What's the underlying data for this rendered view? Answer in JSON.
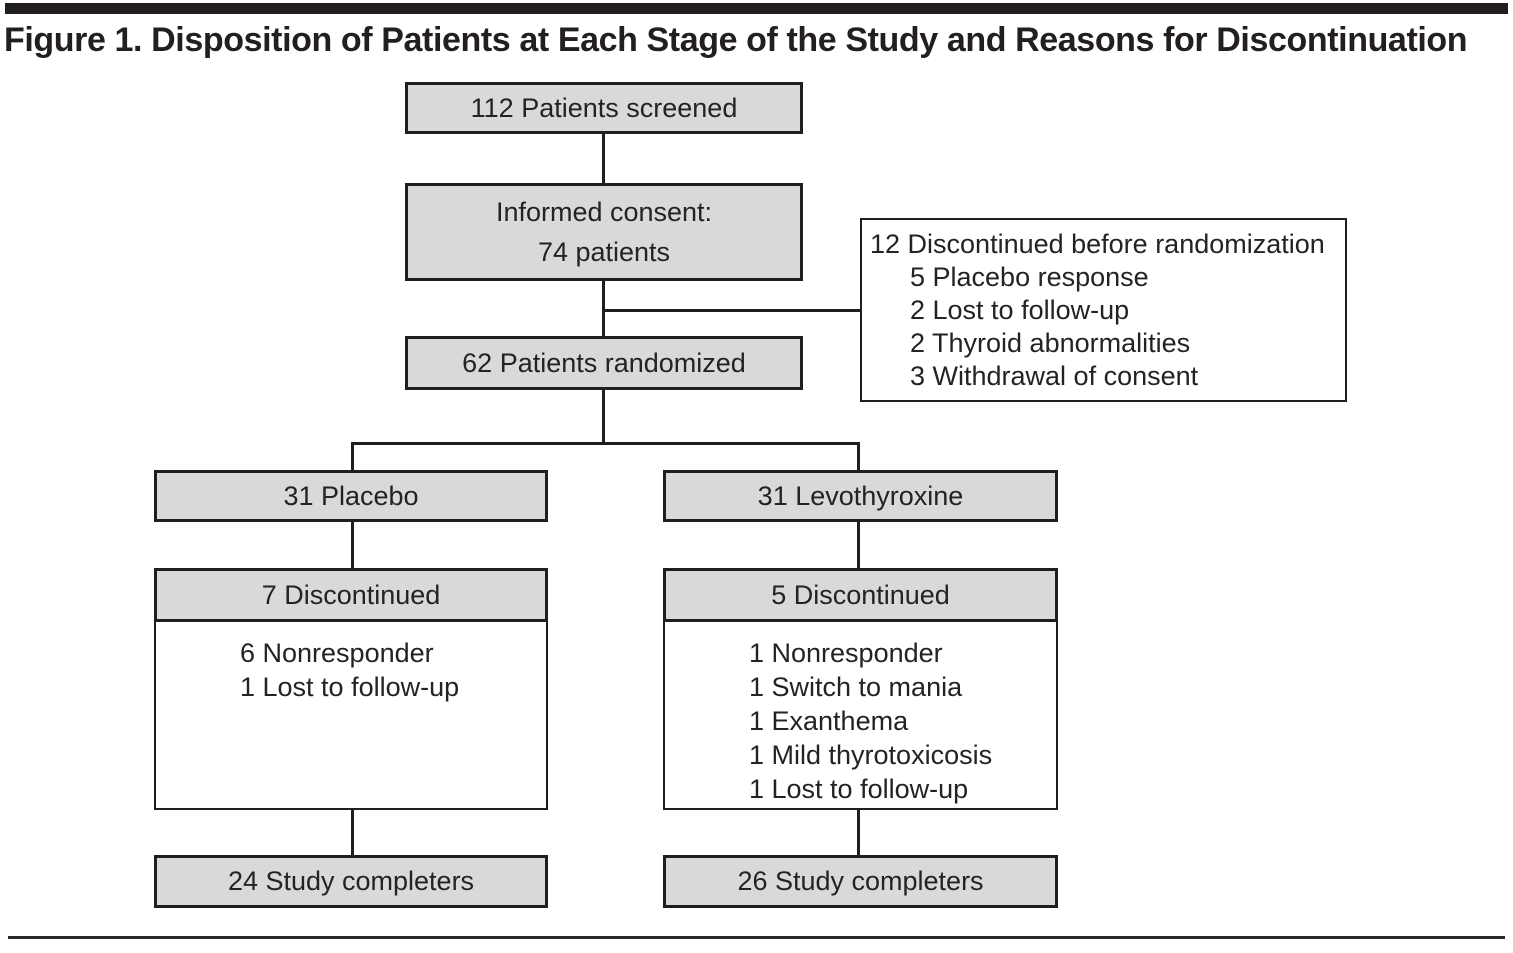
{
  "figure": {
    "title": "Figure 1. Disposition of Patients at Each Stage of the Study and Reasons for Discontinuation"
  },
  "flow": {
    "screened": "112 Patients screened",
    "consent_line1": "Informed consent:",
    "consent_line2": "74 patients",
    "randomized": "62 Patients randomized",
    "pre_rand": {
      "header": "12 Discontinued before randomization",
      "reasons": [
        "5 Placebo response",
        "2 Lost to follow-up",
        "2 Thyroid abnormalities",
        "3 Withdrawal of consent"
      ]
    },
    "placebo_arm": {
      "label": "31 Placebo",
      "discontinued": "7 Discontinued",
      "reasons": [
        "6 Nonresponder",
        "1 Lost to follow-up"
      ],
      "completers": "24 Study completers"
    },
    "levothyroxine_arm": {
      "label": "31 Levothyroxine",
      "discontinued": "5 Discontinued",
      "reasons": [
        "1 Nonresponder",
        "1 Switch to mania",
        "1 Exanthema",
        "1 Mild thyrotoxicosis",
        "1 Lost to follow-up"
      ],
      "completers": "26 Study completers"
    },
    "colors": {
      "box_fill": "#d9d9d9",
      "box_border": "#1f1f1f",
      "header_bar": "#221e1f",
      "text": "#232323"
    }
  }
}
